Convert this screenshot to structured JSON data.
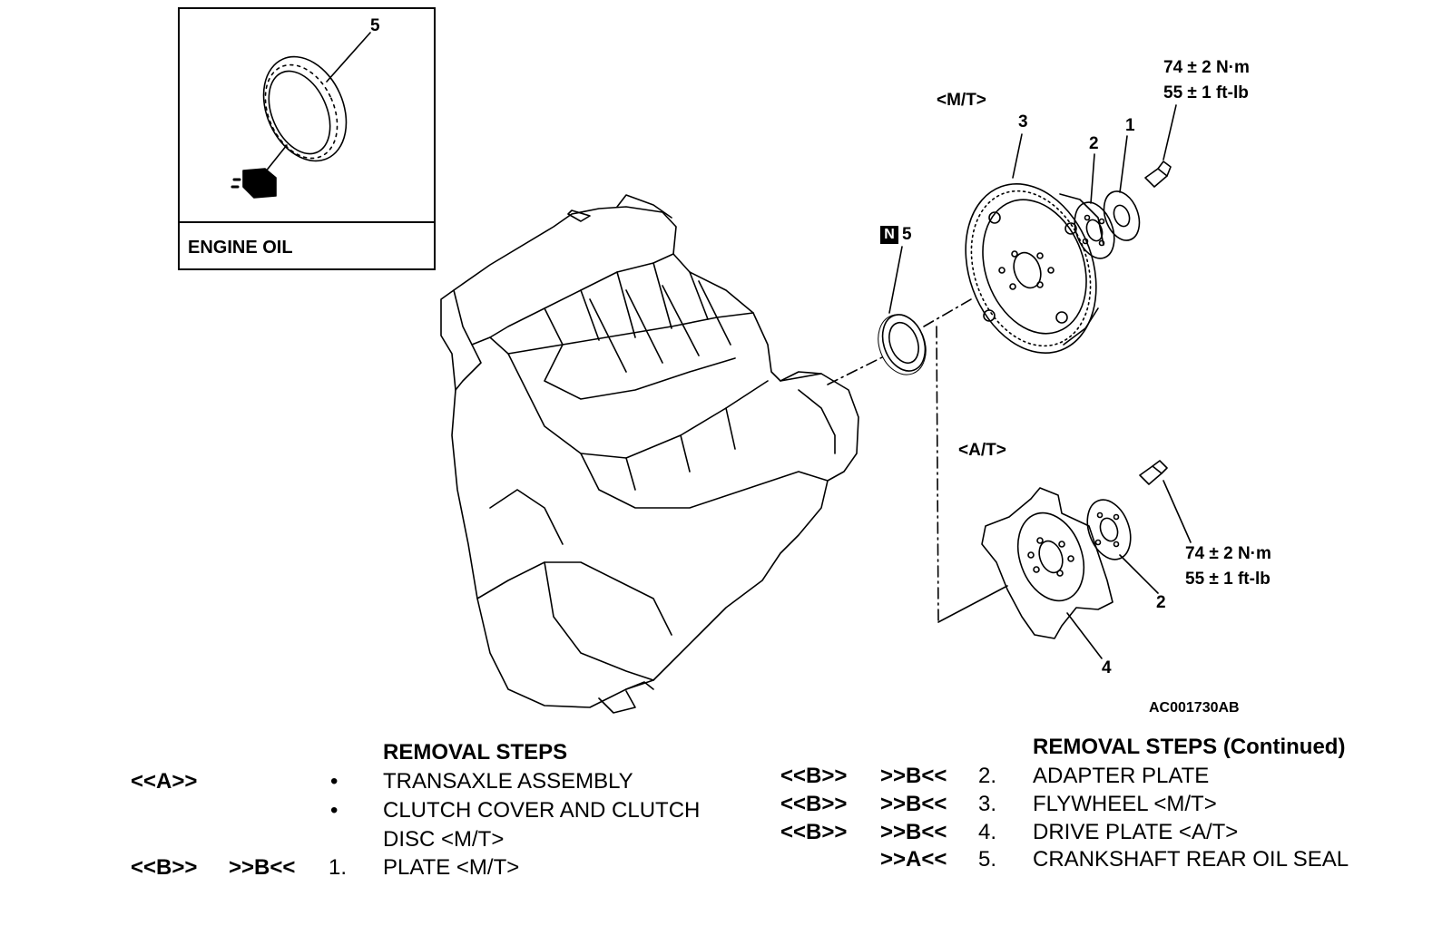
{
  "inset": {
    "callout": "5",
    "caption": "ENGINE OIL"
  },
  "callouts": {
    "mt_label": "<M/T>",
    "at_label": "<A/T>",
    "c1": "1",
    "c2_mt": "2",
    "c3": "3",
    "c5_new_badge": "N",
    "c5": "5",
    "c2_at": "2",
    "c4": "4"
  },
  "torque": {
    "upper_nm": "74 ± 2 N·m",
    "upper_ftlb": "55 ± 1 ft-lb",
    "lower_nm": "74 ± 2 N·m",
    "lower_ftlb": "55 ± 1 ft-lb"
  },
  "figure_code": "AC001730AB",
  "removal_left": {
    "heading": "REMOVAL STEPS",
    "rows": [
      {
        "col1": "<<A>>",
        "col2": "",
        "num": "•",
        "text": "TRANSAXLE ASSEMBLY"
      },
      {
        "col1": "",
        "col2": "",
        "num": "•",
        "text": "CLUTCH COVER AND CLUTCH"
      },
      {
        "col1": "",
        "col2": "",
        "num": "",
        "text": "DISC <M/T>"
      },
      {
        "col1": "<<B>>",
        "col2": ">>B<<",
        "num": "1.",
        "text": "PLATE <M/T>"
      }
    ]
  },
  "removal_right": {
    "heading": "REMOVAL STEPS (Continued)",
    "rows": [
      {
        "col1": "<<B>>",
        "col2": ">>B<<",
        "num": "2.",
        "text": "ADAPTER PLATE"
      },
      {
        "col1": "<<B>>",
        "col2": ">>B<<",
        "num": "3.",
        "text": "FLYWHEEL <M/T>"
      },
      {
        "col1": "<<B>>",
        "col2": ">>B<<",
        "num": "4.",
        "text": "DRIVE PLATE <A/T>"
      },
      {
        "col1": "",
        "col2": ">>A<<",
        "num": "5.",
        "text": "CRANKSHAFT REAR OIL SEAL"
      }
    ]
  }
}
